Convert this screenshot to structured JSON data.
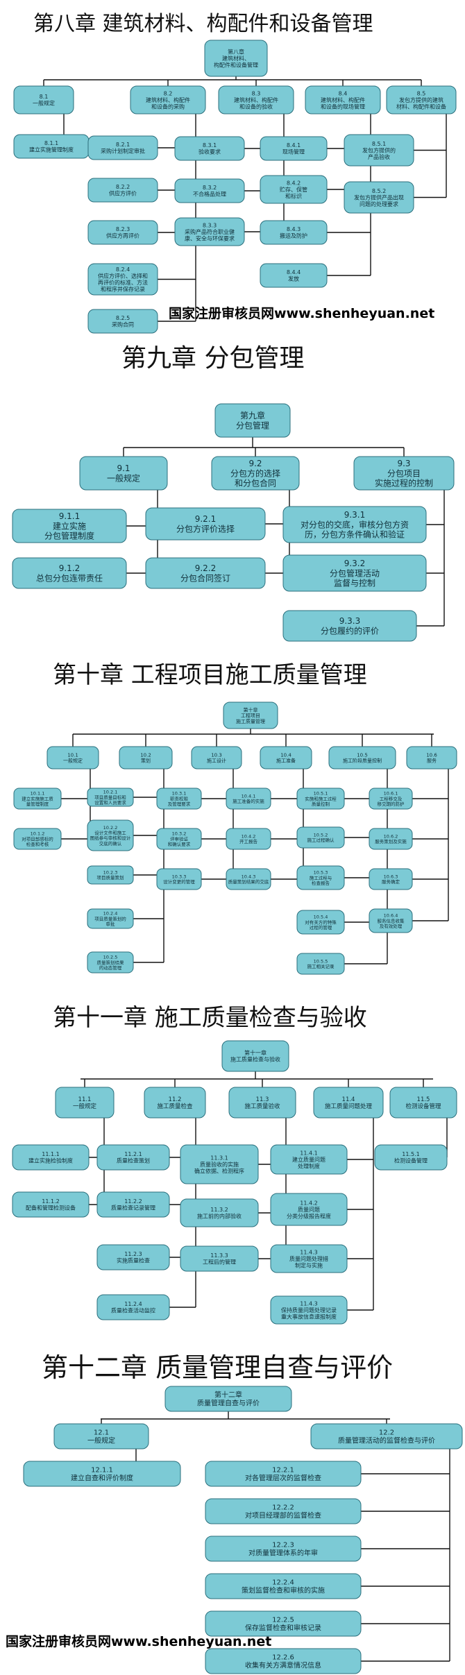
{
  "watermark": "国家注册审核员网www.shenheyuan.net",
  "chapters": [
    {
      "title": "第八章  建筑材料、构配件和设备管理",
      "root": "第八章\n建筑材料、\n构配件和设备管理",
      "branches": [
        {
          "label": "8.1\n一般规定",
          "children": [
            "8.1.1\n建立实施管理制度"
          ]
        },
        {
          "label": "8.2\n建筑材料、构配件\n和设备的采购",
          "children": [
            "8.2.1\n采购计划制定审批",
            "8.2.2\n供应方评价",
            "8.2.3\n供应方再评价",
            "8.2.4\n供应方评价、选择和\n再评价的标准、方法\n和程序并保存记录",
            "8.2.5\n采购合同"
          ]
        },
        {
          "label": "8.3\n建筑材料、构配件\n和设备的验收",
          "children": [
            "8.3.1\n验收要求",
            "8.3.2\n不合格品处理",
            "8.3.3\n采购产品符合职业健\n康、安全与环保要求"
          ]
        },
        {
          "label": "8.4\n建筑材料、构配件\n和设备的现场管理",
          "children": [
            "8.4.1\n现场管理",
            "8.4.2\n贮存、保管\n和标识",
            "8.4.3\n搬运及防护",
            "8.4.4\n发放"
          ]
        },
        {
          "label": "8.5\n发包方提供的建筑\n材料、构配件和设备",
          "children": [
            "8.5.1\n发包方提供的\n产品验收",
            "8.5.2\n发包方提供产品出现\n问题的处理要求"
          ]
        }
      ]
    },
    {
      "title": "第九章   分包管理",
      "root": "第九章\n分包管理",
      "branches": [
        {
          "label": "9.1\n一般规定",
          "children": [
            "9.1.1\n建立实施\n分包管理制度",
            "9.1.2\n总包分包连带责任"
          ]
        },
        {
          "label": "9.2\n分包方的选择\n和分包合同",
          "children": [
            "9.2.1\n分包方评价选择",
            "9.2.2\n分包合同签订"
          ]
        },
        {
          "label": "9.3\n分包项目\n实施过程的控制",
          "children": [
            "9.3.1\n对分包的交底，审核分包方资\n历，分包方条件确认和验证",
            "9.3.2\n分包管理活动\n监督与控制",
            "9.3.3\n分包履约的评价"
          ]
        }
      ]
    },
    {
      "title": "第十章  工程项目施工质量管理",
      "root": "第十章\n工程项目\n施工质量管理",
      "branches": [
        {
          "label": "10.1\n一般规定",
          "children": [
            "10.1.1\n建立实施施工质\n量管理制度",
            "10.1.2\n对项目部感标的\n检查和考核"
          ]
        },
        {
          "label": "10.2\n策划",
          "children": [
            "10.2.1\n项目质量目标和\n设置和人员要求",
            "10.2.2\n设计文件和施工\n图纸参与审核和设计\n交底的确认",
            "10.2.3\n项目质量策划",
            "10.2.4\n项目质量策划的\n审批",
            "10.2.5\n质量策划结果\n的动态管理"
          ]
        },
        {
          "label": "10.3\n施工设计",
          "children": [
            "10.3.1\n职责权限\n及管理要求",
            "10.3.2\n评审验证\n和确认要求",
            "10.3.3\n设计变更的管理"
          ]
        },
        {
          "label": "10.4\n施工准备",
          "children": [
            "10.4.1\n施工准备的实施",
            "10.4.2\n开工报告",
            "10.4.3\n质量策划结果的交底"
          ]
        },
        {
          "label": "10.5\n施工阶段质量控制",
          "children": [
            "10.5.1\n实施和施工过程\n质量控制",
            "10.5.2\n施工过程确认",
            "10.5.3\n施工过程与\n检查报告",
            "10.5.4\n对有关方的特殊\n过程的管理",
            "10.5.5\n施工相关记录"
          ]
        },
        {
          "label": "10.6\n服务",
          "children": [
            "10.6.1\n工程移交及\n移交期的防护",
            "10.6.2\n服务策划及实施",
            "10.6.3\n服务确定",
            "10.6.4\n服务信息收集\n及有效处理"
          ]
        }
      ]
    },
    {
      "title": "第十一章  施工质量检查与验收",
      "root": "第十一章\n施工质量检查与验收",
      "branches": [
        {
          "label": "11.1\n一般规定",
          "children": [
            "11.1.1\n建立实施检验制度",
            "11.1.2\n配备和管理检测设备"
          ]
        },
        {
          "label": "11.2\n施工质量检查",
          "children": [
            "11.2.1\n质量检查策划",
            "11.2.2\n质量检查记录管理",
            "11.2.3\n实施质量检查",
            "11.2.4\n质量检查活动监控"
          ]
        },
        {
          "label": "11.3\n施工质量验收",
          "children": [
            "11.3.1\n质量验收的实施\n确立依据、检测程序",
            "11.3.2\n施工前的内部验收",
            "11.3.3\n工程后的管理"
          ]
        },
        {
          "label": "11.4\n施工质量问题处理",
          "children": [
            "11.4.1\n建立质量问题\n处理制度",
            "11.4.2\n质量问题\n分类分级报告程度",
            "11.4.3\n质量问题处理措\n制定与实施",
            "11.4.3\n保持质量问题处理记录\n重大事故信息速报制度"
          ]
        },
        {
          "label": "11.5\n检测设备管理",
          "children": [
            "11.5.1\n检测设备管理"
          ]
        }
      ]
    },
    {
      "title": "第十二章  质量管理自查与评价",
      "root": "第十二章\n质量管理自查与评价",
      "branches": [
        {
          "label": "12.1\n一般规定",
          "children": [
            "12.1.1\n建立自查和评价制度"
          ]
        },
        {
          "label": "12.2\n质量管理活动的监督检查与评价",
          "children": [
            "12.2.1\n对各管理层次的监督检查",
            "12.2.2\n对项目经理部的监督检查",
            "12.2.3\n对质量管理体系的年审",
            "12.2.4\n策划监督检查和审核的实施",
            "12.2.5\n保存监督检查和审核记录",
            "12.2.6\n收集有关方满意情况信息"
          ]
        }
      ]
    }
  ]
}
